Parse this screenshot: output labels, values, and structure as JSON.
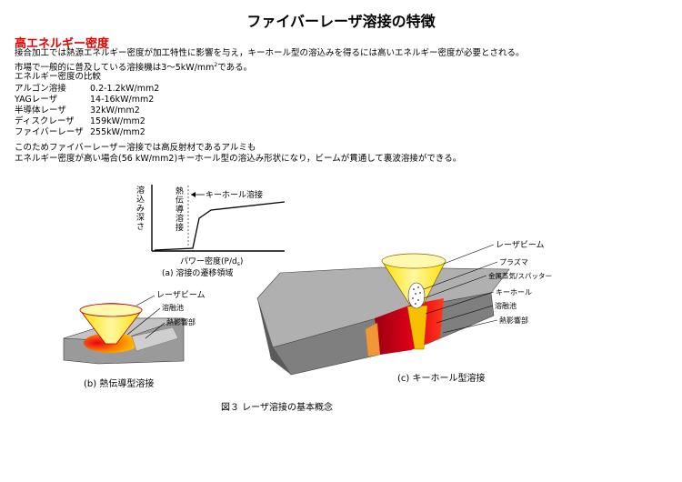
{
  "title": "ファイバーレーザ溶接の特徴",
  "section_heading": "高エネルギー密度",
  "intro": {
    "line1": "接合加工では熱源エネルギー密度が加工特性に影響を与え，キーホール型の溶込みを得るには高いエネルギー密度が必要とされる。",
    "line2_prefix": "市場で一般的に普及している溶接機は3～5kW/mm",
    "line2_sup": "2",
    "line2_suffix": "である。",
    "compare_heading": "エネルギー密度の比較"
  },
  "comparison": [
    {
      "name": "アルゴン溶接",
      "value": "0.2-1.2kW/mm2"
    },
    {
      "name": "YAGレーザ",
      "value": "14-16kW/mm2"
    },
    {
      "name": "半導体レーザ",
      "value": "32kW/mm2"
    },
    {
      "name": "ディスクレーザ",
      "value": "159kW/mm2"
    },
    {
      "name": "ファイバーレーザ",
      "value": "255kW/mm2"
    }
  ],
  "conclusion": {
    "line1": "このためファイバーレーザー溶接では高反射材であるアルミも",
    "line2": "エネルギー密度が高い場合(56 kW/mm2)キーホール型の溶込み形状になり，ビームが貫通して裏波溶接ができる。"
  },
  "figure": {
    "graph": {
      "ylabel": "溶込み深さ",
      "region_conduction": "熱伝導溶接",
      "region_keyhole": "キーホール溶接",
      "xlabel": "パワー密度(P/d",
      "xlabel_sub": "s",
      "xlabel_end": ")",
      "caption": "(a) 溶接の遷移領域"
    },
    "conduction": {
      "label_beam": "レーザビーム",
      "label_pool": "溶融池",
      "label_haz": "熱影響部",
      "caption": "(b) 熱伝導型溶接"
    },
    "keyhole": {
      "label_beam": "レーザビーム",
      "label_plasma": "プラズマ",
      "label_vapor": "金属蒸気/スパッター",
      "label_keyhole": "キーホール",
      "label_pool": "溶融池",
      "label_haz": "熱影響部",
      "caption": "(c) キーホール型溶接"
    },
    "main_caption": "図３ レーザ溶接の基本概念"
  },
  "colors": {
    "heading": "#e00000",
    "beam_yellow": "#ffef00",
    "molten_red": "#e8001a",
    "heat_orange": "#ff7a00",
    "metal_gray": "#8a8a8a"
  }
}
